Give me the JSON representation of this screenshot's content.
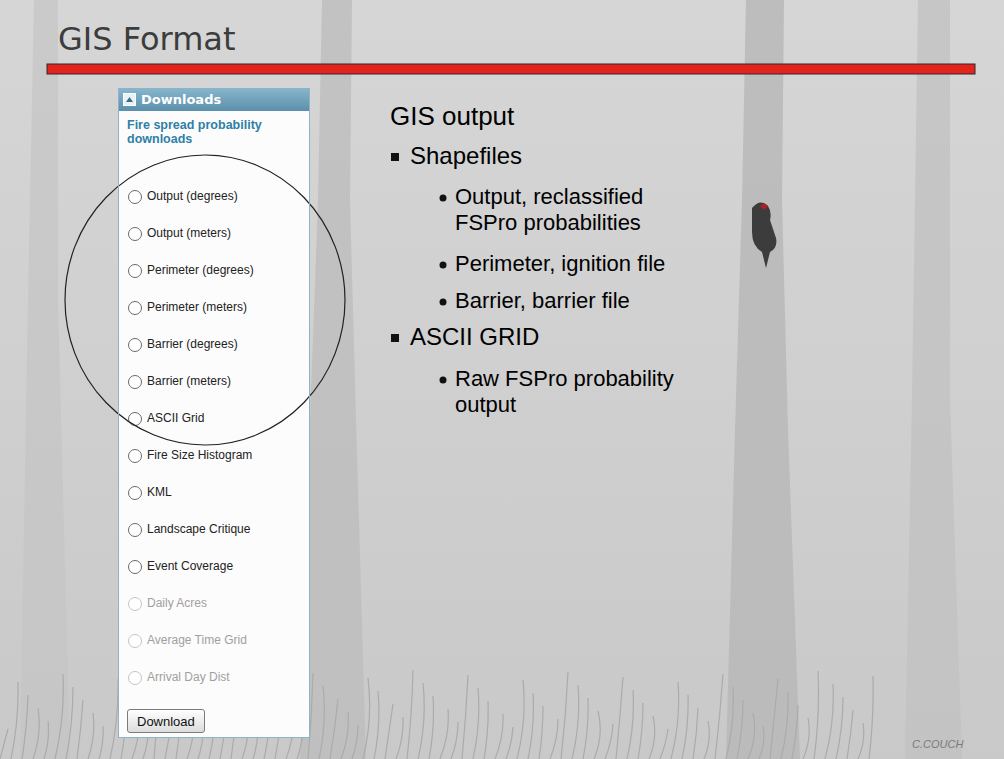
{
  "diagram": {
    "title": "GIS Format",
    "nodes": [
      {
        "text": [
          "Fire spread probability downloads"
        ]
      },
      {
        "text": [
          "Downloads"
        ],
        "in": 0
      },
      {
        "text": [
          "Download"
        ],
        "in": 0
      }
    ],
    "labels": [
      "Output (degrees)",
      "Output (meters)",
      "Perimeter (degrees)",
      "Perimeter (meters)",
      "Barrier (degrees)",
      "Barrier (meters)",
      "ASCII Grid",
      "Fire Size Histogram",
      "KML",
      "Landscape Critique",
      "Event Coverage",
      "Daily Acres",
      "Average Time Grid",
      "Arrival Day Dist",
      "GIS output",
      "Shapefiles",
      "Output, reclassified FSPro probabilities",
      "Perimeter, ignition file",
      "Barrier, barrier file",
      "ASCII GRID",
      "Raw FSPro probability output",
      "C.COUCH"
    ]
  }
}
